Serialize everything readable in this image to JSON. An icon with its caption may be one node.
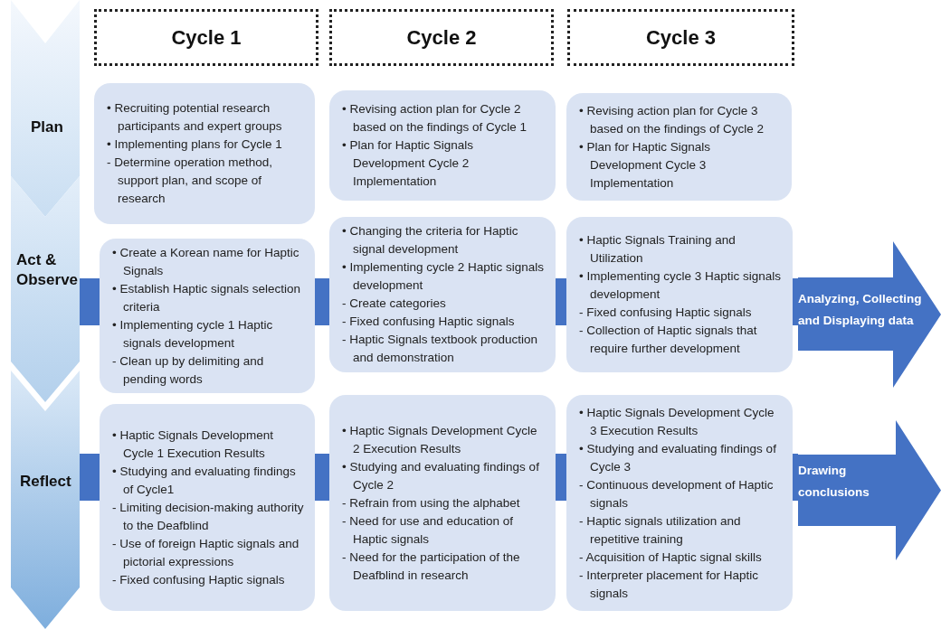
{
  "diagram": {
    "nodes": [
      {
        "text": [
          "Plan"
        ]
      },
      {
        "text": [
          "Act & Observe"
        ]
      },
      {
        "text": [
          "Reflect"
        ]
      },
      {
        "text": [
          "Cycle 1"
        ]
      },
      {
        "text": [
          "Cycle 2"
        ]
      },
      {
        "text": [
          "Cycle 3"
        ]
      },
      {
        "text": [
          "• Recruiting potential research participants and expert groups",
          "• Implementing plans for Cycle 1",
          "- Determine operation method, support plan, and scope of research"
        ]
      },
      {
        "text": [
          "• Revising action plan for Cycle 2 based on the findings of Cycle 1",
          "• Plan for Haptic Signals Development Cycle 2 Implementation"
        ]
      },
      {
        "text": [
          "• Revising action plan for Cycle 3 based on the findings of Cycle 2",
          "• Plan for Haptic Signals Development Cycle 3 Implementation"
        ]
      },
      {
        "text": [
          "• Create a Korean name for Haptic Signals",
          "• Establish Haptic signals selection criteria",
          "• Implementing cycle 1 Haptic signals development",
          "- Clean up by delimiting and pending words"
        ]
      },
      {
        "text": [
          "• Changing the criteria for Haptic signal development",
          "• Implementing cycle 2 Haptic signals development",
          "- Create categories",
          "- Fixed confusing Haptic signals",
          "- Haptic Signals textbook production and demonstration"
        ]
      },
      {
        "text": [
          "• Haptic Signals Training and Utilization",
          "• Implementing cycle 3 Haptic signals development",
          "- Fixed confusing Haptic signals",
          "- Collection of Haptic signals that require further development"
        ]
      },
      {
        "text": [
          "• Haptic Signals Development Cycle 1 Execution Results",
          "• Studying and evaluating findings of Cycle1",
          "- Limiting decision-making authority to the Deafblind",
          "- Use of foreign Haptic signals and pictorial expressions",
          "- Fixed confusing Haptic signals"
        ]
      },
      {
        "text": [
          "• Haptic Signals Development Cycle 2 Execution Results",
          "• Studying and evaluating findings of Cycle 2",
          "- Refrain from using the alphabet",
          "- Need for use and education of Haptic signals",
          "- Need for the participation of the Deafblind in research"
        ]
      },
      {
        "text": [
          "• Haptic Signals Development Cycle 3 Execution Results",
          "• Studying and evaluating findings of Cycle 3",
          "- Continuous development of Haptic signals",
          "- Haptic signals utilization and repetitive training",
          "- Acquisition of Haptic signal skills",
          "- Interpreter placement for Haptic signals"
        ]
      },
      {
        "text": [
          "Analyzing, Collecting and Displaying data"
        ]
      },
      {
        "text": [
          "Drawing conclusions"
        ]
      }
    ],
    "edges": [
      {
        "from": 1,
        "to": 9,
        "arrow": "none"
      },
      {
        "from": 9,
        "to": 10,
        "arrow": "none"
      },
      {
        "from": 10,
        "to": 11,
        "arrow": "none"
      },
      {
        "from": 11,
        "to": 15,
        "arrow": "none"
      },
      {
        "from": 2,
        "to": 12,
        "arrow": "none"
      },
      {
        "from": 12,
        "to": 13,
        "arrow": "none"
      },
      {
        "from": 13,
        "to": 14,
        "arrow": "none"
      },
      {
        "from": 14,
        "to": 16,
        "arrow": "none"
      }
    ]
  }
}
